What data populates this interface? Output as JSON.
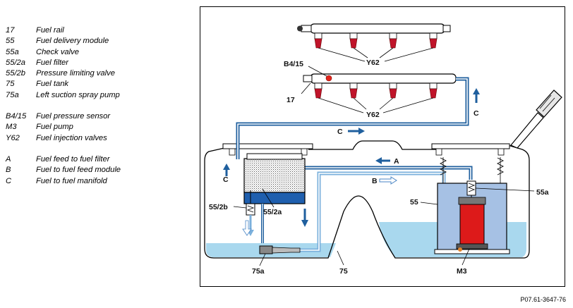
{
  "legend": [
    {
      "code": "17",
      "text": "Fuel rail"
    },
    {
      "code": "55",
      "text": "Fuel delivery module"
    },
    {
      "code": "55a",
      "text": "Check valve"
    },
    {
      "code": "55/2a",
      "text": "Fuel filter"
    },
    {
      "code": "55/2b",
      "text": "Pressure limiting valve"
    },
    {
      "code": "75",
      "text": "Fuel tank"
    },
    {
      "code": "75a",
      "text": "Left suction spray pump"
    },
    {
      "code": "B4/15",
      "text": "Fuel pressure sensor"
    },
    {
      "code": "M3",
      "text": "Fuel pump"
    },
    {
      "code": "Y62",
      "text": "Fuel injection valves"
    },
    {
      "code": "A",
      "text": "Fuel feed to fuel filter"
    },
    {
      "code": "B",
      "text": "Fuel to fuel feed module"
    },
    {
      "code": "C",
      "text": "Fuel to fuel manifold"
    }
  ],
  "labels": {
    "y62_top": "Y62",
    "y62_bottom": "Y62",
    "b4_15": "B4/15",
    "rail_17": "17",
    "flow_c_right": "C",
    "flow_c_up": "C",
    "flow_c_left": "C",
    "flow_a": "A",
    "flow_b": "B",
    "module_55": "55",
    "valve_55a": "55a",
    "valve_55_2b": "55/2b",
    "filter_55_2a": "55/2a",
    "pump_75a": "75a",
    "tank_75": "75",
    "pump_m3": "M3"
  },
  "reference": "P07.61-3647-76",
  "colors": {
    "line_blue": "#1f5f9e",
    "fuel_light": "#a9d8ee",
    "module_blue": "#a6c1e4",
    "pump_red": "#dd1a1a",
    "injector_red": "#c0142a",
    "filter_blue": "#1f5fae"
  }
}
